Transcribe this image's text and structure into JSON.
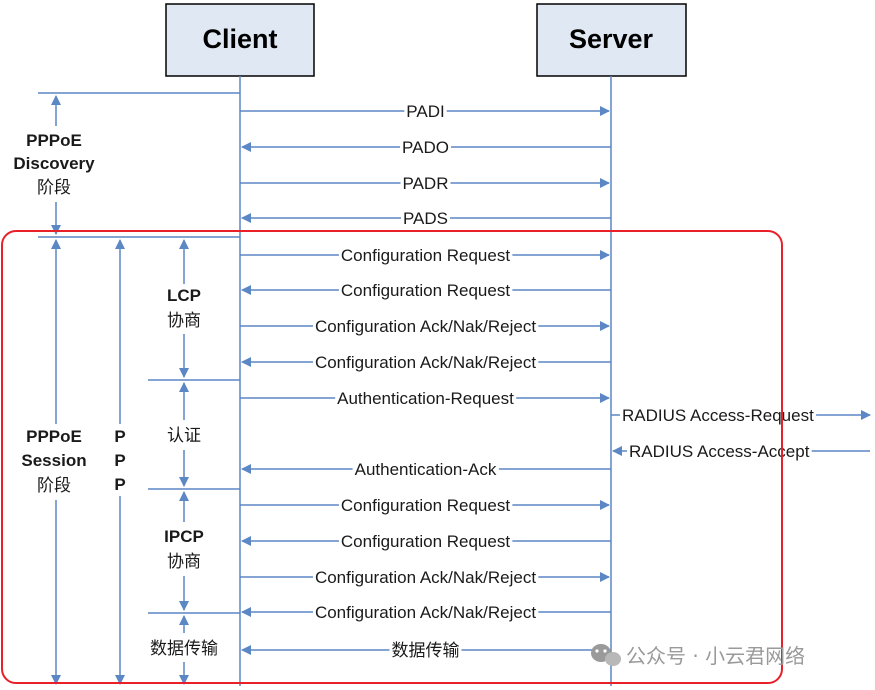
{
  "participants": {
    "client": "Client",
    "server": "Server"
  },
  "phases": {
    "discovery": [
      "PPPoE",
      "Discovery",
      "阶段"
    ],
    "session": [
      "PPPoE",
      "Session",
      "阶段"
    ],
    "ppp": [
      "P",
      "P",
      "P"
    ],
    "lcp": [
      "LCP",
      "协商"
    ],
    "auth": [
      "认证"
    ],
    "ipcp": [
      "IPCP",
      "协商"
    ],
    "data": [
      "数据传输"
    ]
  },
  "messages": [
    {
      "label": "PADI",
      "direction": "to-server"
    },
    {
      "label": "PADO",
      "direction": "to-client"
    },
    {
      "label": "PADR",
      "direction": "to-server"
    },
    {
      "label": "PADS",
      "direction": "to-client"
    },
    {
      "label": "Configuration Request",
      "direction": "to-server"
    },
    {
      "label": "Configuration Request",
      "direction": "to-client"
    },
    {
      "label": "Configuration Ack/Nak/Reject",
      "direction": "to-server"
    },
    {
      "label": "Configuration Ack/Nak/Reject",
      "direction": "to-client"
    },
    {
      "label": "Authentication-Request",
      "direction": "to-server"
    },
    {
      "label": "Authentication-Ack",
      "direction": "to-client"
    },
    {
      "label": "Configuration Request",
      "direction": "to-server"
    },
    {
      "label": "Configuration Request",
      "direction": "to-client"
    },
    {
      "label": "Configuration Ack/Nak/Reject",
      "direction": "to-server"
    },
    {
      "label": "Configuration Ack/Nak/Reject",
      "direction": "to-client"
    },
    {
      "label": "数据传输",
      "direction": "both"
    }
  ],
  "radius": [
    {
      "label": "RADIUS Access-Request",
      "direction": "outbound"
    },
    {
      "label": "RADIUS Access-Accept",
      "direction": "inbound"
    }
  ],
  "watermark": "公众号 · 小云君网络",
  "colors": {
    "line": "#5b87c5",
    "box_fill": "#dfe8f3",
    "highlight": "#e8202a"
  }
}
